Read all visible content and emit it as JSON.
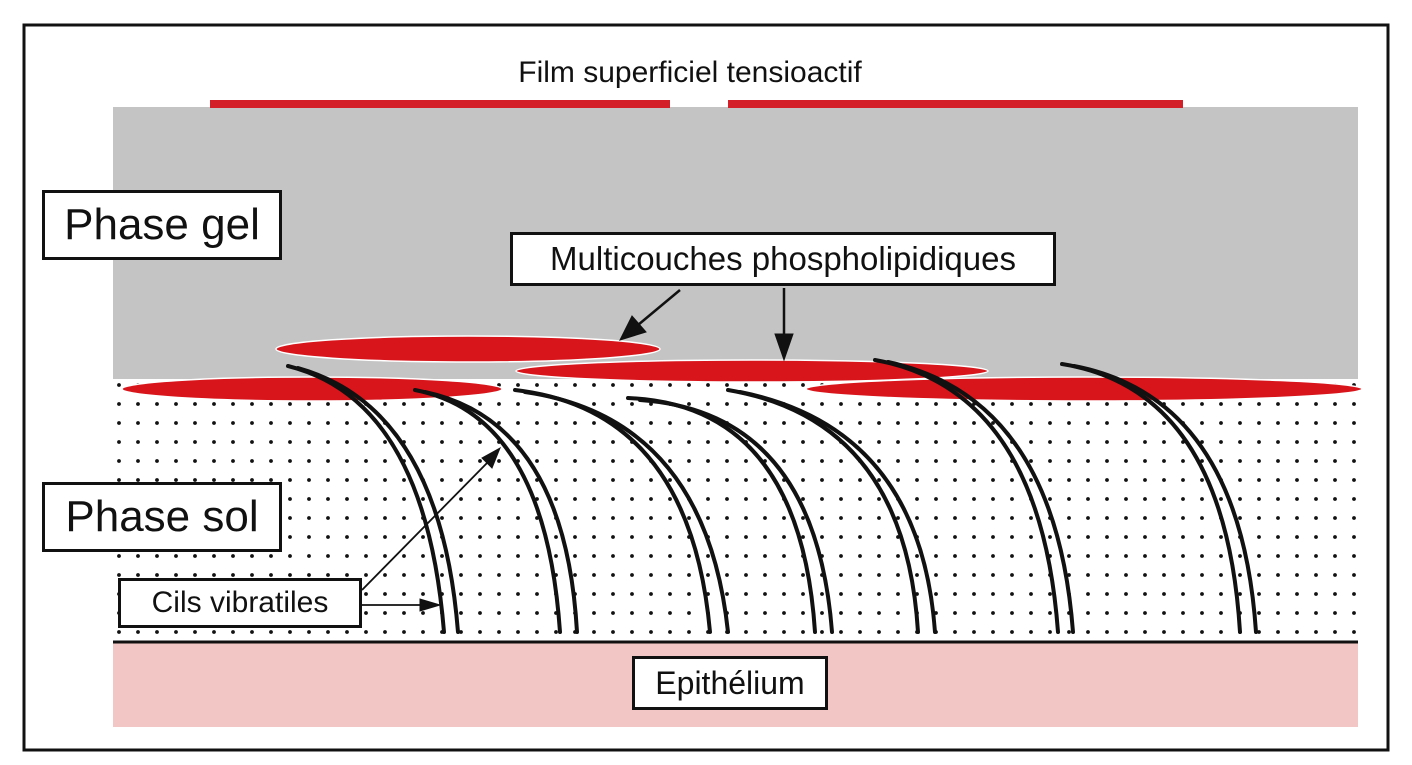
{
  "labels": {
    "film": "Film superficiel tensioactif",
    "phase_gel": "Phase gel",
    "phase_sol": "Phase sol",
    "multicouches": "Multicouches phospholipidiques",
    "cils": "Cils vibratiles",
    "epithelium": "Epithélium"
  },
  "colors": {
    "gel_layer": "#c4c4c4",
    "sol_dots": "#111111",
    "epithelium": "#f2c6c4",
    "phospholipid": "#d8151b",
    "surfactant_film": "#d31f27",
    "cilia": "#111111",
    "frame": "#111111"
  }
}
